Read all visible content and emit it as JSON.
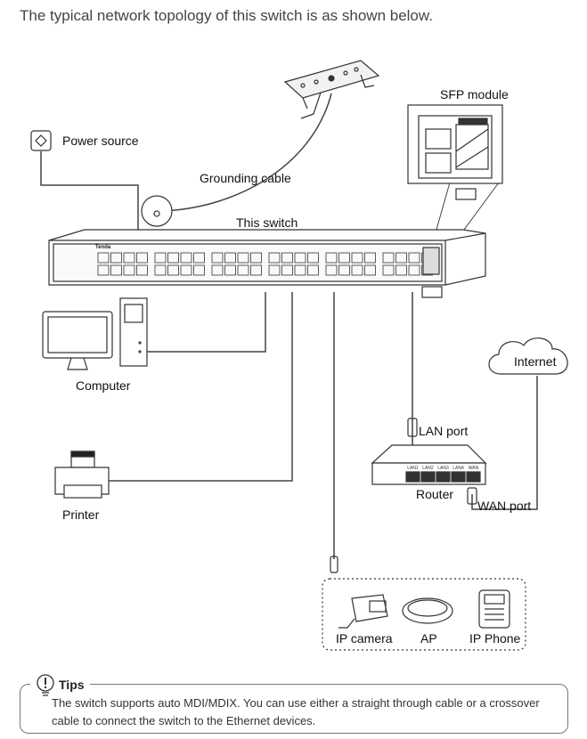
{
  "title": "The typical network topology of this switch is as shown below.",
  "diagram": {
    "labels": {
      "power_source": "Power source",
      "grounding_cable": "Grounding cable",
      "this_switch": "This switch",
      "sfp_module": "SFP module",
      "computer": "Computer",
      "internet": "Internet",
      "lan_port": "LAN port",
      "router": "Router",
      "wan_port": "WAN port",
      "printer": "Printer",
      "ip_camera": "IP camera",
      "ap": "AP",
      "ip_phone": "IP Phone"
    },
    "switch_brand": "Tenda",
    "router_ports": [
      "LAN1",
      "LAN2",
      "LAN3",
      "LAN4",
      "WAN"
    ]
  },
  "tips": {
    "icon": "exclamation-bulb-icon",
    "title": "Tips",
    "text": "The switch supports auto MDI/MDIX. You can use either a straight through cable or a crossover cable to connect the switch to the Ethernet devices."
  }
}
